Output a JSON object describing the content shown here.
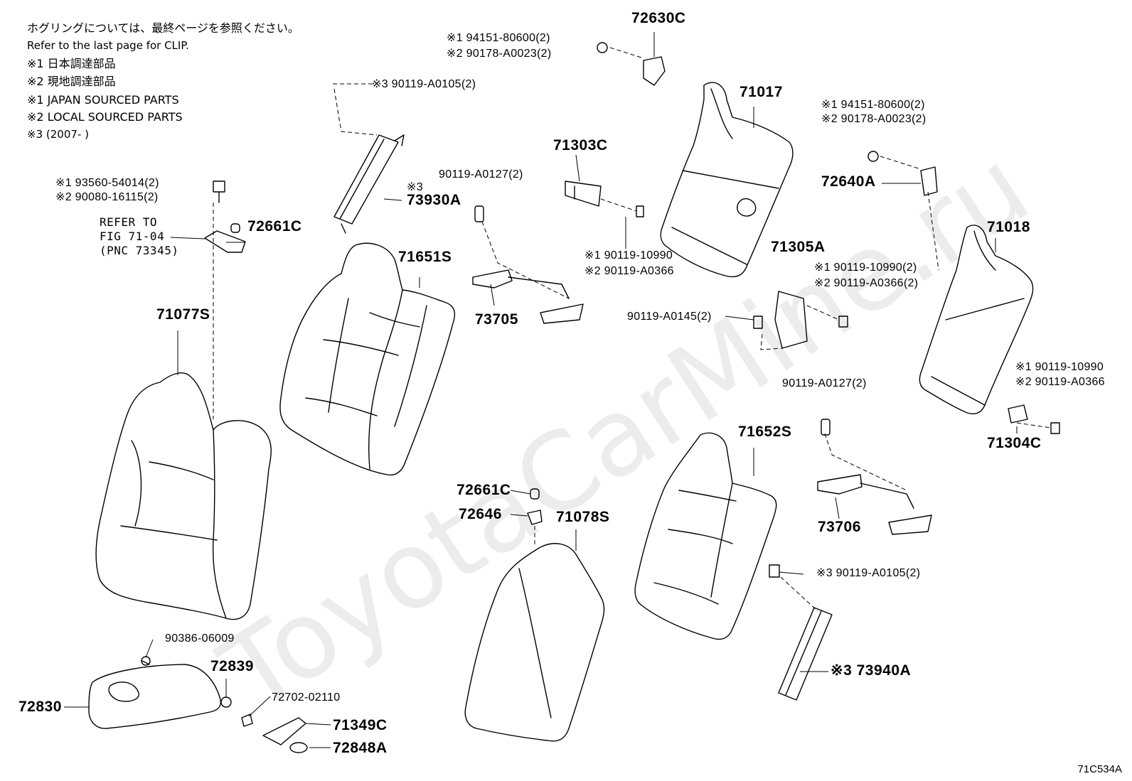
{
  "watermark": "ToyotaCarMine.ru",
  "notes": {
    "jp_clip": "ホグリングについては、最終ページを参照ください。",
    "en_clip": "Refer to the last page for CLIP.",
    "jp_src1": "※1 日本調達部品",
    "jp_src2": "※2 現地調達部品",
    "en_src1": "※1 JAPAN SOURCED PARTS",
    "en_src2": "※2 LOCAL SOURCED PARTS",
    "src3": "※3 (2007-        )"
  },
  "refer": {
    "line1": "REFER TO",
    "line2": "FIG 71-04",
    "line3": "(PNC 73345)"
  },
  "parts": {
    "p72630C": "72630C",
    "p71017": "71017",
    "p71303C": "71303C",
    "p73930A": "73930A",
    "p73930A_note": "※3",
    "p72661C_a": "72661C",
    "p71651S": "71651S",
    "p71077S": "71077S",
    "p73705": "73705",
    "p72640A": "72640A",
    "p71018": "71018",
    "p71305A": "71305A",
    "p71304C": "71304C",
    "p71652S": "71652S",
    "p73706": "73706",
    "p72661C_b": "72661C",
    "p72646": "72646",
    "p71078S": "71078S",
    "p72839": "72839",
    "p72830": "72830",
    "p71349C": "71349C",
    "p72848A": "72848A",
    "p73940A": "※3 73940A"
  },
  "bolts": {
    "b_nut_top_1": "※1 94151-80600(2)",
    "b_nut_top_2": "※2 90178-A0023(2)",
    "b_pillar_top": "※3 90119-A0105(2)",
    "b_left_1": "※1 93560-54014(2)",
    "b_left_2": "※2 90080-16115(2)",
    "b_0127_left": "90119-A0127(2)",
    "b_mid_1": "※1 90119-10990",
    "b_mid_2": "※2 90119-A0366",
    "b_nut_right_1": "※1 94151-80600(2)",
    "b_nut_right_2": "※2 90178-A0023(2)",
    "b_0145": "90119-A0145(2)",
    "b_right_1": "※1 90119-10990(2)",
    "b_right_2": "※2 90119-A0366(2)",
    "b_far_1": "※1 90119-10990",
    "b_far_2": "※2 90119-A0366",
    "b_0127_right": "90119-A0127(2)",
    "b_pillar_bottom": "※3 90119-A0105(2)",
    "b_06009": "90386-06009",
    "b_02110": "72702-02110"
  },
  "diagram_id": "71C534A"
}
